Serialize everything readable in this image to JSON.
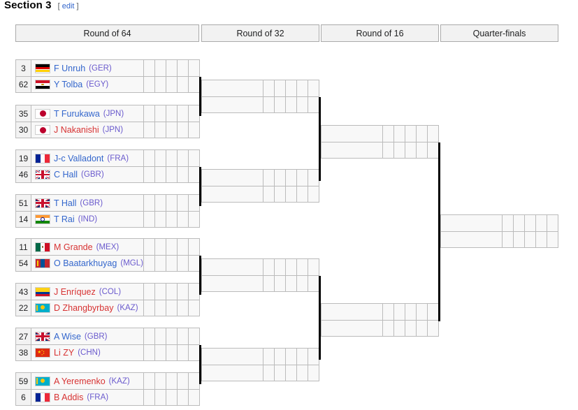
{
  "section": {
    "title": "Section 3",
    "edit_open": "[",
    "edit_label": "edit",
    "edit_close": "]"
  },
  "rounds": [
    {
      "label": "Round of 64"
    },
    {
      "label": "Round of 32"
    },
    {
      "label": "Round of 16"
    },
    {
      "label": "Quarter-finals"
    }
  ],
  "bracket": {
    "round_of_64": [
      {
        "players": [
          {
            "seed": "3",
            "flag": "ger",
            "name": "F Unruh",
            "country": "GER",
            "link": "blue"
          },
          {
            "seed": "62",
            "flag": "egy",
            "name": "Y Tolba",
            "country": "EGY",
            "link": "blue"
          }
        ]
      },
      {
        "players": [
          {
            "seed": "35",
            "flag": "jpn",
            "name": "T Furukawa",
            "country": "JPN",
            "link": "blue"
          },
          {
            "seed": "30",
            "flag": "jpn",
            "name": "J Nakanishi",
            "country": "JPN",
            "link": "red"
          }
        ]
      },
      {
        "players": [
          {
            "seed": "19",
            "flag": "fra",
            "name": "J-c Valladont",
            "country": "FRA",
            "link": "blue"
          },
          {
            "seed": "46",
            "flag": "gbr",
            "name": "C Hall",
            "country": "GBR",
            "link": "blue"
          }
        ]
      },
      {
        "players": [
          {
            "seed": "51",
            "flag": "gbr",
            "name": "T Hall",
            "country": "GBR",
            "link": "blue"
          },
          {
            "seed": "14",
            "flag": "ind",
            "name": "T Rai",
            "country": "IND",
            "link": "blue"
          }
        ]
      },
      {
        "players": [
          {
            "seed": "11",
            "flag": "mex",
            "name": "M Grande",
            "country": "MEX",
            "link": "red"
          },
          {
            "seed": "54",
            "flag": "mgl",
            "name": "O Baatarkhuyag",
            "country": "MGL",
            "link": "blue"
          }
        ]
      },
      {
        "players": [
          {
            "seed": "43",
            "flag": "col",
            "name": "J Enríquez",
            "country": "COL",
            "link": "red"
          },
          {
            "seed": "22",
            "flag": "kaz",
            "name": "D Zhangbyrbay",
            "country": "KAZ",
            "link": "red"
          }
        ]
      },
      {
        "players": [
          {
            "seed": "27",
            "flag": "gbr",
            "name": "A Wise",
            "country": "GBR",
            "link": "blue"
          },
          {
            "seed": "38",
            "flag": "chn",
            "name": "Li ZY",
            "country": "CHN",
            "link": "red"
          }
        ]
      },
      {
        "players": [
          {
            "seed": "59",
            "flag": "kaz",
            "name": "A Yeremenko",
            "country": "KAZ",
            "link": "red"
          },
          {
            "seed": "6",
            "flag": "fra",
            "name": "B Addis",
            "country": "FRA",
            "link": "red"
          }
        ]
      }
    ],
    "round_of_32": [
      {
        "players": [
          {
            "name": "",
            "country": ""
          },
          {
            "name": "",
            "country": ""
          }
        ]
      },
      {
        "players": [
          {
            "name": "",
            "country": ""
          },
          {
            "name": "",
            "country": ""
          }
        ]
      },
      {
        "players": [
          {
            "name": "",
            "country": ""
          },
          {
            "name": "",
            "country": ""
          }
        ]
      },
      {
        "players": [
          {
            "name": "",
            "country": ""
          },
          {
            "name": "",
            "country": ""
          }
        ]
      }
    ],
    "round_of_16": [
      {
        "players": [
          {
            "name": "",
            "country": ""
          },
          {
            "name": "",
            "country": ""
          }
        ]
      },
      {
        "players": [
          {
            "name": "",
            "country": ""
          },
          {
            "name": "",
            "country": ""
          }
        ]
      }
    ],
    "quarter_finals": [
      {
        "players": [
          {
            "name": "",
            "country": ""
          },
          {
            "name": "",
            "country": ""
          }
        ]
      }
    ]
  },
  "colors": {
    "link_blue": "#3366cc",
    "link_red": "#d73333",
    "country_code": "#6a5acd",
    "cell_bg": "#f8f8f8",
    "header_bg": "#f2f2f2",
    "border": "#bbbbbb",
    "connector": "#000000"
  },
  "score_cells_per_row": 5
}
